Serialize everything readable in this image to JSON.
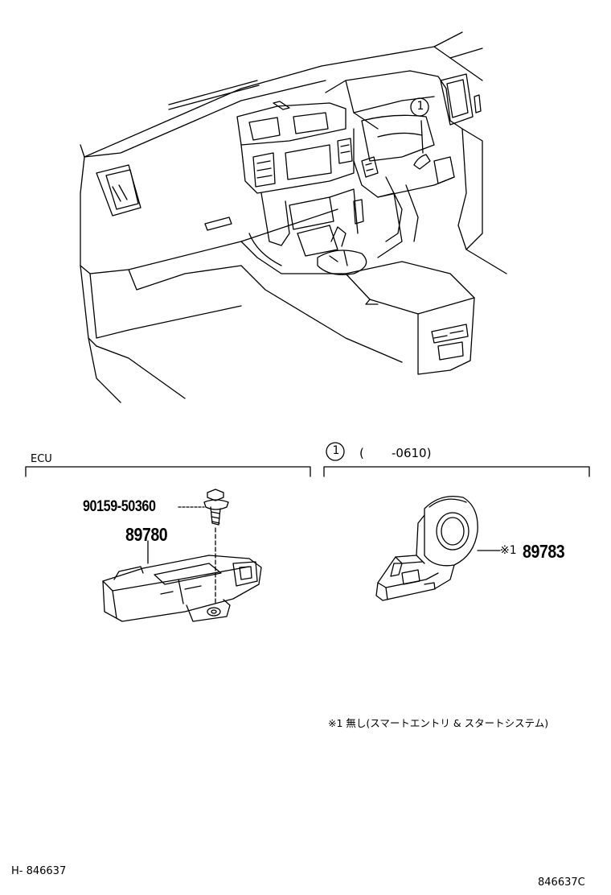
{
  "callout": {
    "marker": "1"
  },
  "ecu_section": {
    "title": "ECU"
  },
  "variant_section": {
    "marker": "1",
    "range_open": "(",
    "range_value": "-0610)"
  },
  "parts": {
    "bolt": "90159-50360",
    "ecu": "89780",
    "sensor_prefix": "※1",
    "sensor": "89783"
  },
  "footnote": "※1 無し(スマートエントリ & スタートシステム)",
  "footer": {
    "left_code": "H- 846637",
    "right_code": "846637C"
  }
}
